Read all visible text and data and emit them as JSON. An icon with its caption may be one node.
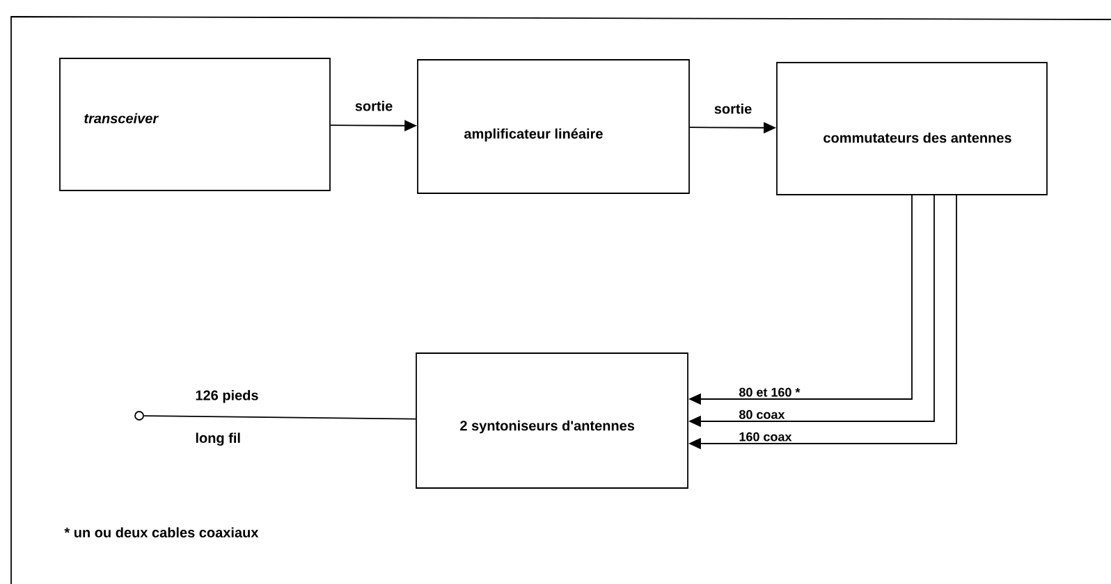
{
  "diagram": {
    "nodes": [
      {
        "text": [
          "transceiver"
        ]
      },
      {
        "text": [
          "amplificateur linéaire"
        ]
      },
      {
        "text": [
          "commutateurs des antennes"
        ]
      },
      {
        "text": [
          "2 syntoniseurs d'antennes"
        ]
      },
      {
        "text": [],
        "shape": "circle"
      }
    ],
    "edges": [
      {
        "from": 0,
        "to": 1,
        "arrow": "to",
        "label": "sortie"
      },
      {
        "from": 1,
        "to": 2,
        "arrow": "to",
        "label": "sortie"
      },
      {
        "from": 2,
        "to": 3,
        "arrow": "to",
        "label": "80 et 160 *"
      },
      {
        "from": 2,
        "to": 3,
        "arrow": "to",
        "label": "80 coax"
      },
      {
        "from": 2,
        "to": 3,
        "arrow": "to",
        "label": "160 coax"
      },
      {
        "from": 4,
        "to": 3,
        "arrow": "none",
        "label": "126 pieds"
      }
    ],
    "labels": [
      "long fil",
      "* un ou deux cables coaxiaux"
    ]
  }
}
